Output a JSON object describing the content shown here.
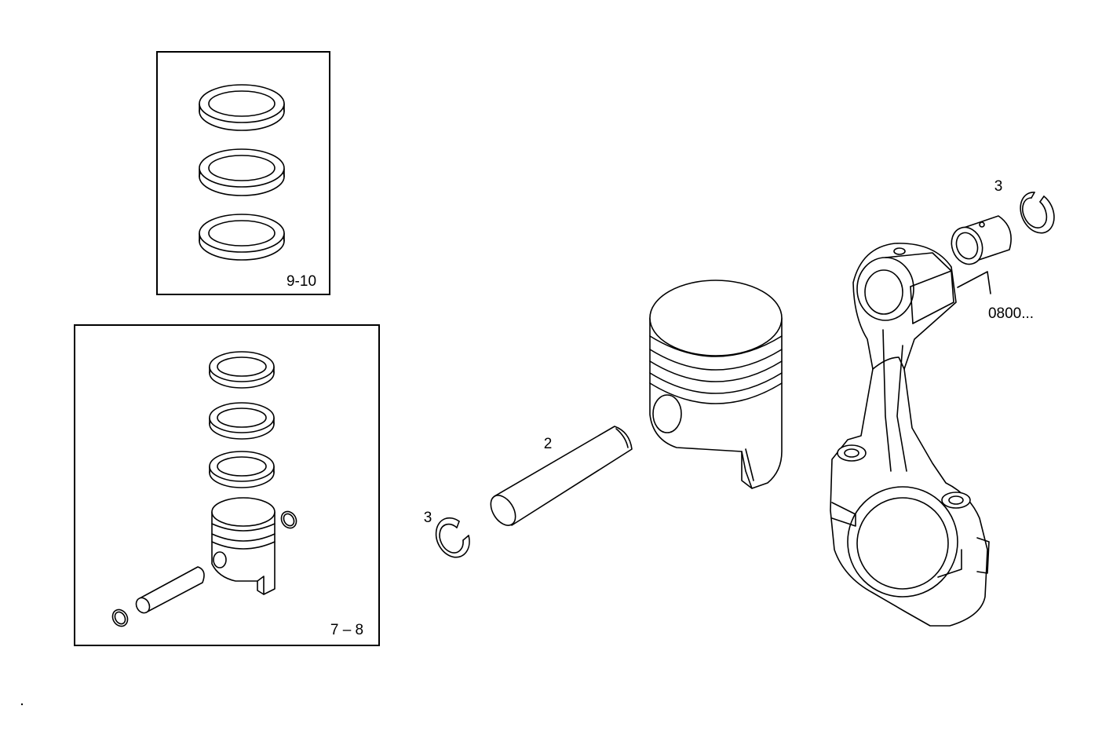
{
  "labels": {
    "rings_kit": "9-10",
    "piston_kit": "7 – 8",
    "pin": "2",
    "circlip_left": "3",
    "circlip_right": "3",
    "rod_ref": "0800..."
  },
  "icons": {
    "piston": "piston-icon",
    "ring": "piston-ring-icon",
    "pin": "piston-pin-icon",
    "circlip": "circlip-icon",
    "bushing": "bushing-icon",
    "rod": "connecting-rod-icon"
  }
}
